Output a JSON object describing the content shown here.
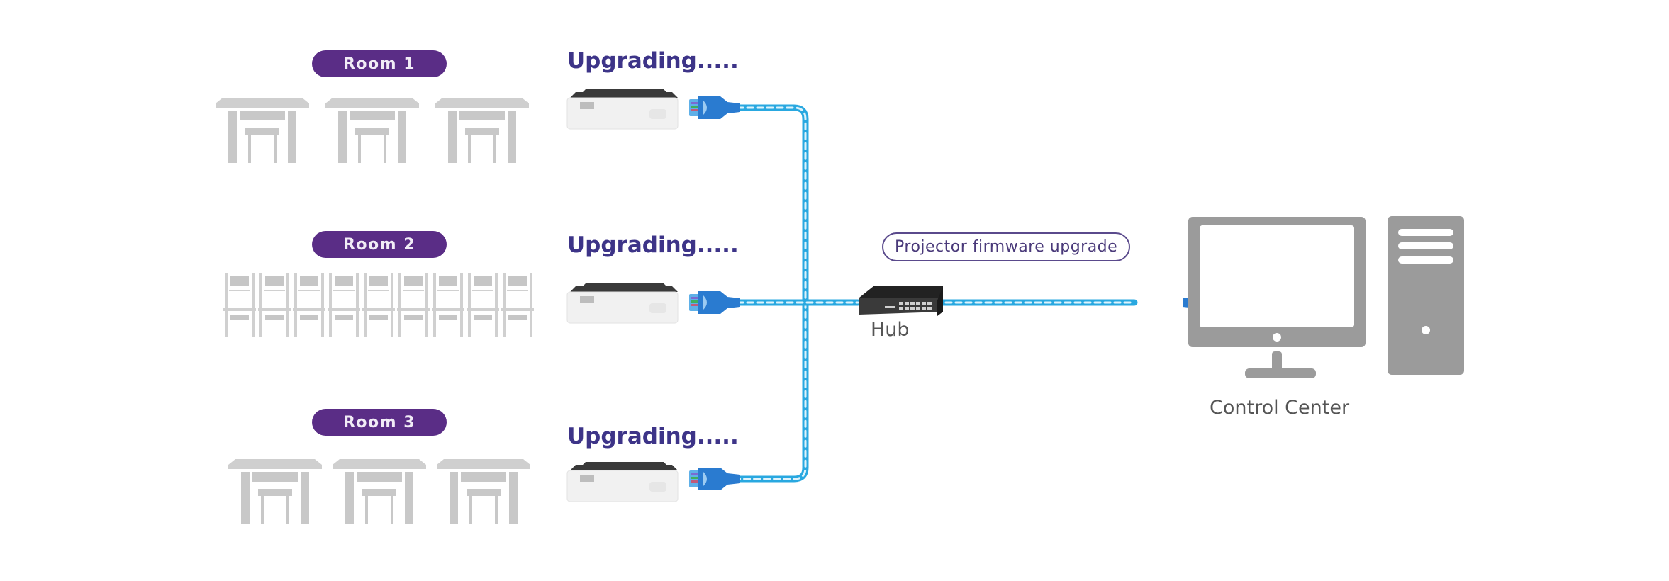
{
  "rooms": [
    {
      "label": "Room 1",
      "furniture": "desk-with-chair",
      "count": 3,
      "status": "Upgrading....."
    },
    {
      "label": "Room 2",
      "furniture": "chair",
      "count": 9,
      "status": "Upgrading....."
    },
    {
      "label": "Room 3",
      "furniture": "desk-with-chair",
      "count": 3,
      "status": "Upgrading....."
    }
  ],
  "hub": {
    "label": "Hub"
  },
  "connection": {
    "label": "Projector firmware upgrade"
  },
  "control_center": {
    "label": "Control Center"
  },
  "colors": {
    "room_pill": "#5a2d86",
    "status_text": "#3d3488",
    "cable": "#29a8e0",
    "connector": "#2a7bd0",
    "furniture": "#c8c8c8",
    "computer": "#9b9b9b",
    "hub_body": "#2e2e2e"
  }
}
